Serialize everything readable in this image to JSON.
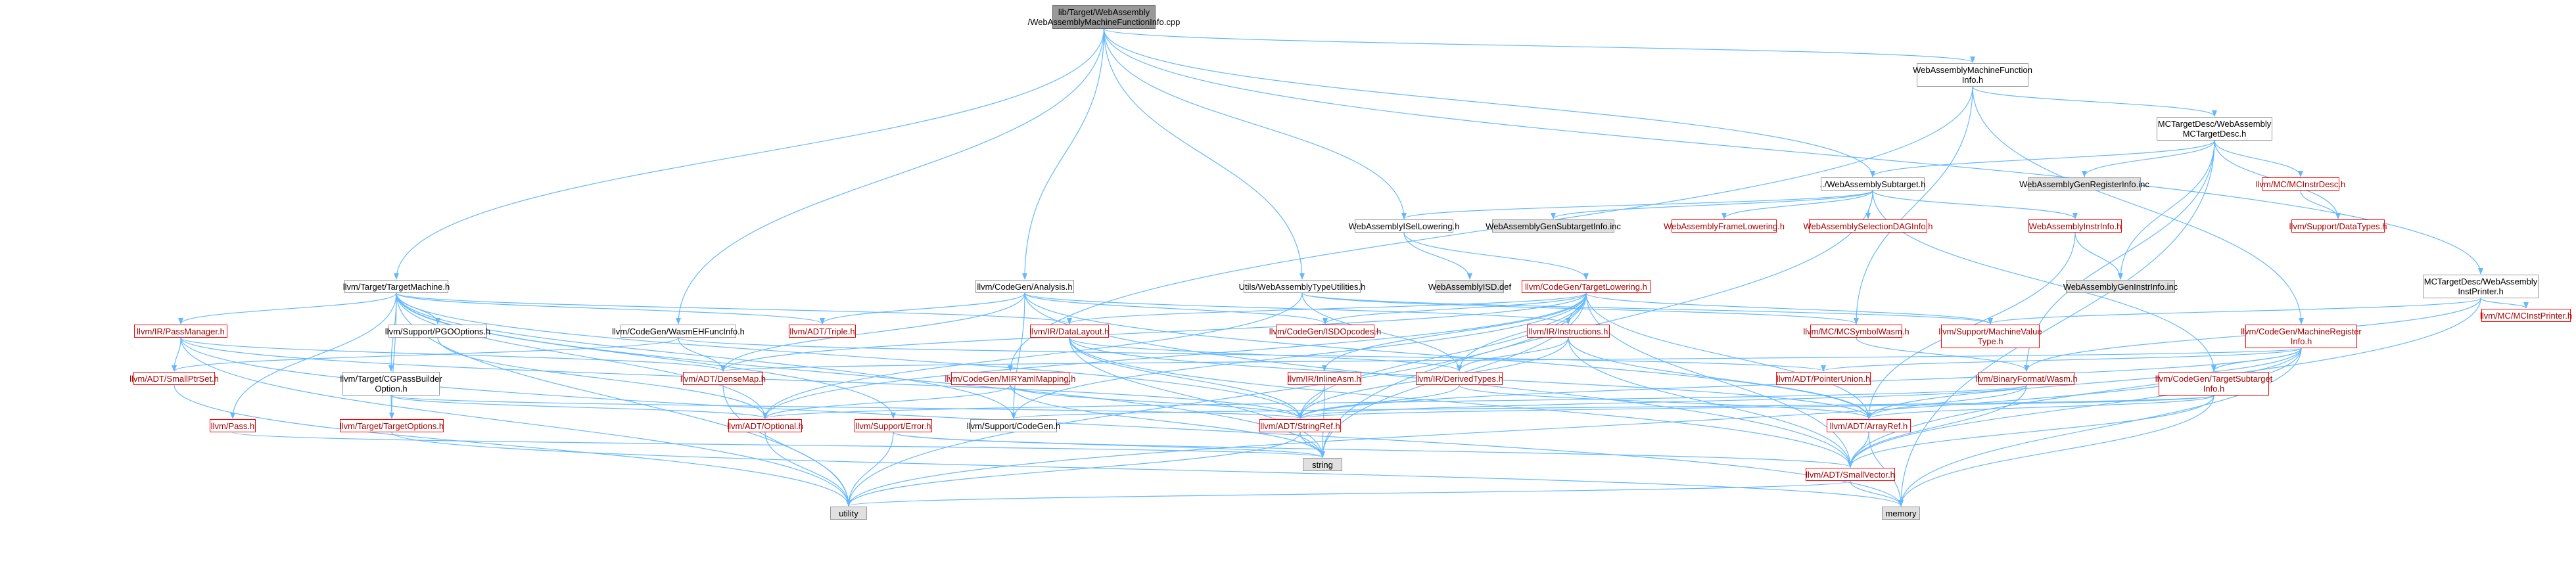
{
  "colors": {
    "edge": "#63b8ff",
    "node_border": "#999999",
    "red_border": "#ff0000",
    "root_fill": "#999999",
    "ext_fill": "#e0e0e0"
  },
  "nodes": [
    {
      "id": "root",
      "label": "lib/Target/WebAssembly\n/WebAssemblyMachineFunctionInfo.cpp",
      "kind": "root"
    },
    {
      "id": "wamfi",
      "label": "WebAssemblyMachineFunction\nInfo.h",
      "kind": "normal"
    },
    {
      "id": "mctd",
      "label": "MCTargetDesc/WebAssembly\nMCTargetDesc.h",
      "kind": "normal"
    },
    {
      "id": "subtarget",
      "label": "../WebAssemblySubtarget.h",
      "kind": "normal"
    },
    {
      "id": "genreginfo",
      "label": "WebAssemblyGenRegisterInfo.inc",
      "kind": "ext"
    },
    {
      "id": "mcinstrdesc",
      "label": "llvm/MC/MCInstrDesc.h",
      "kind": "red"
    },
    {
      "id": "datatypes",
      "label": "llvm/Support/DataTypes.h",
      "kind": "red"
    },
    {
      "id": "iselloweringh",
      "label": "WebAssemblyISelLowering.h",
      "kind": "normal"
    },
    {
      "id": "gensubtarget",
      "label": "WebAssemblyGenSubtargetInfo.inc",
      "kind": "ext"
    },
    {
      "id": "framelowering",
      "label": "WebAssemblyFrameLowering.h",
      "kind": "red"
    },
    {
      "id": "seldaginfo",
      "label": "WebAssemblySelectionDAGInfo.h",
      "kind": "red"
    },
    {
      "id": "instrinfo",
      "label": "WebAssemblyInstrInfo.h",
      "kind": "red"
    },
    {
      "id": "geninstrinfo",
      "label": "WebAssemblyGenInstrInfo.inc",
      "kind": "ext"
    },
    {
      "id": "instprinter",
      "label": "MCTargetDesc/WebAssembly\nInstPrinter.h",
      "kind": "normal"
    },
    {
      "id": "mcinstprinter",
      "label": "llvm/MC/MCInstPrinter.h",
      "kind": "red"
    },
    {
      "id": "isdddef",
      "label": "WebAssemblyISD.def",
      "kind": "ext"
    },
    {
      "id": "tlowering",
      "label": "llvm/CodeGen/TargetLowering.h",
      "kind": "red"
    },
    {
      "id": "typeutil",
      "label": "Utils/WebAssemblyTypeUtilities.h",
      "kind": "normal"
    },
    {
      "id": "analysis",
      "label": "llvm/CodeGen/Analysis.h",
      "kind": "normal"
    },
    {
      "id": "targetmachine",
      "label": "llvm/Target/TargetMachine.h",
      "kind": "normal"
    },
    {
      "id": "wasmehfunc",
      "label": "llvm/CodeGen/WasmEHFuncInfo.h",
      "kind": "normal"
    },
    {
      "id": "mcsymbolwasm",
      "label": "llvm/MC/MCSymbolWasm.h",
      "kind": "red"
    },
    {
      "id": "machinevaluetype",
      "label": "llvm/Support/MachineValue\nType.h",
      "kind": "red"
    },
    {
      "id": "machinereginfo",
      "label": "llvm/CodeGen/MachineRegister\nInfo.h",
      "kind": "red"
    },
    {
      "id": "passmanager",
      "label": "llvm/IR/PassManager.h",
      "kind": "red"
    },
    {
      "id": "pgooptions",
      "label": "llvm/Support/PGOOptions.h",
      "kind": "normal"
    },
    {
      "id": "triple",
      "label": "llvm/ADT/Triple.h",
      "kind": "red"
    },
    {
      "id": "datalayout",
      "label": "llvm/IR/DataLayout.h",
      "kind": "red"
    },
    {
      "id": "isdopcodes",
      "label": "llvm/CodeGen/ISDOpcodes.h",
      "kind": "red"
    },
    {
      "id": "instructions",
      "label": "llvm/IR/Instructions.h",
      "kind": "red"
    },
    {
      "id": "cgpassbuilder",
      "label": "llvm/Target/CGPassBuilder\nOption.h",
      "kind": "normal"
    },
    {
      "id": "smallptrset",
      "label": "llvm/ADT/SmallPtrSet.h",
      "kind": "red"
    },
    {
      "id": "densemap",
      "label": "llvm/ADT/DenseMap.h",
      "kind": "red"
    },
    {
      "id": "mirymlmapping",
      "label": "llvm/CodeGen/MIRYamlMapping.h",
      "kind": "red"
    },
    {
      "id": "inlineasm",
      "label": "llvm/IR/InlineAsm.h",
      "kind": "red"
    },
    {
      "id": "derivedtypes",
      "label": "llvm/IR/DerivedTypes.h",
      "kind": "red"
    },
    {
      "id": "pointerunion",
      "label": "llvm/ADT/PointerUnion.h",
      "kind": "red"
    },
    {
      "id": "binaryformatwasm",
      "label": "llvm/BinaryFormat/Wasm.h",
      "kind": "red"
    },
    {
      "id": "tsubtargetinfo",
      "label": "llvm/CodeGen/TargetSubtarget\nInfo.h",
      "kind": "red"
    },
    {
      "id": "pass",
      "label": "llvm/Pass.h",
      "kind": "red"
    },
    {
      "id": "targetoptions",
      "label": "llvm/Target/TargetOptions.h",
      "kind": "red"
    },
    {
      "id": "optional",
      "label": "llvm/ADT/Optional.h",
      "kind": "red"
    },
    {
      "id": "error",
      "label": "llvm/Support/Error.h",
      "kind": "red"
    },
    {
      "id": "codegen",
      "label": "llvm/Support/CodeGen.h",
      "kind": "normal"
    },
    {
      "id": "stringref",
      "label": "llvm/ADT/StringRef.h",
      "kind": "red"
    },
    {
      "id": "arrayref",
      "label": "llvm/ADT/ArrayRef.h",
      "kind": "red"
    },
    {
      "id": "string",
      "label": "string",
      "kind": "ext"
    },
    {
      "id": "smallvector",
      "label": "llvm/ADT/SmallVector.h",
      "kind": "red"
    },
    {
      "id": "utility",
      "label": "utility",
      "kind": "ext"
    },
    {
      "id": "memory",
      "label": "memory",
      "kind": "ext"
    }
  ],
  "edges": [
    [
      "root",
      "wamfi"
    ],
    [
      "root",
      "subtarget"
    ],
    [
      "root",
      "iselloweringh"
    ],
    [
      "root",
      "typeutil"
    ],
    [
      "root",
      "analysis"
    ],
    [
      "root",
      "targetmachine"
    ],
    [
      "root",
      "wasmehfunc"
    ],
    [
      "root",
      "instprinter"
    ],
    [
      "wamfi",
      "mctd"
    ],
    [
      "wamfi",
      "mcsymbolwasm"
    ],
    [
      "wamfi",
      "machinereginfo"
    ],
    [
      "wamfi",
      "mirymlmapping"
    ],
    [
      "mctd",
      "subtarget"
    ],
    [
      "mctd",
      "genreginfo"
    ],
    [
      "mctd",
      "mcinstrdesc"
    ],
    [
      "mctd",
      "datatypes"
    ],
    [
      "mctd",
      "geninstrinfo"
    ],
    [
      "mctd",
      "binaryformatwasm"
    ],
    [
      "mctd",
      "memory"
    ],
    [
      "mcinstrdesc",
      "datatypes"
    ],
    [
      "subtarget",
      "iselloweringh"
    ],
    [
      "subtarget",
      "gensubtarget"
    ],
    [
      "subtarget",
      "framelowering"
    ],
    [
      "subtarget",
      "seldaginfo"
    ],
    [
      "subtarget",
      "instrinfo"
    ],
    [
      "subtarget",
      "tsubtargetinfo"
    ],
    [
      "subtarget",
      "string"
    ],
    [
      "instrinfo",
      "geninstrinfo"
    ],
    [
      "instrinfo",
      "arrayref"
    ],
    [
      "iselloweringh",
      "isdddef"
    ],
    [
      "iselloweringh",
      "tlowering"
    ],
    [
      "instprinter",
      "mcinstprinter"
    ],
    [
      "instprinter",
      "machinevaluetype"
    ],
    [
      "instprinter",
      "binaryformatwasm"
    ],
    [
      "instprinter",
      "smallvector"
    ],
    [
      "tlowering",
      "isdopcodes"
    ],
    [
      "tlowering",
      "instructions"
    ],
    [
      "tlowering",
      "datalayout"
    ],
    [
      "tlowering",
      "inlineasm"
    ],
    [
      "tlowering",
      "derivedtypes"
    ],
    [
      "tlowering",
      "densemap"
    ],
    [
      "tlowering",
      "machinevaluetype"
    ],
    [
      "tlowering",
      "stringref"
    ],
    [
      "tlowering",
      "arrayref"
    ],
    [
      "tlowering",
      "smallvector"
    ],
    [
      "tlowering",
      "string"
    ],
    [
      "tlowering",
      "utility"
    ],
    [
      "tlowering",
      "codegen"
    ],
    [
      "tlowering",
      "optional"
    ],
    [
      "typeutil",
      "mcsymbolwasm"
    ],
    [
      "typeutil",
      "machinevaluetype"
    ],
    [
      "typeutil",
      "derivedtypes"
    ],
    [
      "typeutil",
      "optional"
    ],
    [
      "analysis",
      "triple"
    ],
    [
      "analysis",
      "isdopcodes"
    ],
    [
      "analysis",
      "instructions"
    ],
    [
      "analysis",
      "densemap"
    ],
    [
      "analysis",
      "smallvector"
    ],
    [
      "analysis",
      "codegen"
    ],
    [
      "analysis",
      "arrayref"
    ],
    [
      "targetmachine",
      "passmanager"
    ],
    [
      "targetmachine",
      "pgooptions"
    ],
    [
      "targetmachine",
      "triple"
    ],
    [
      "targetmachine",
      "datalayout"
    ],
    [
      "targetmachine",
      "cgpassbuilder"
    ],
    [
      "targetmachine",
      "pass"
    ],
    [
      "targetmachine",
      "targetoptions"
    ],
    [
      "targetmachine",
      "optional"
    ],
    [
      "targetmachine",
      "error"
    ],
    [
      "targetmachine",
      "codegen"
    ],
    [
      "targetmachine",
      "stringref"
    ],
    [
      "targetmachine",
      "string"
    ],
    [
      "targetmachine",
      "utility"
    ],
    [
      "wasmehfunc",
      "densemap"
    ],
    [
      "wasmehfunc",
      "pointerunion"
    ],
    [
      "wasmehfunc",
      "smallptrset"
    ],
    [
      "mcsymbolwasm",
      "binaryformatwasm"
    ],
    [
      "machinereginfo",
      "pointerunion"
    ],
    [
      "machinereginfo",
      "tsubtargetinfo"
    ],
    [
      "machinereginfo",
      "arrayref"
    ],
    [
      "machinereginfo",
      "smallvector"
    ],
    [
      "machinereginfo",
      "stringref"
    ],
    [
      "machinereginfo",
      "memory"
    ],
    [
      "machinereginfo",
      "utility"
    ],
    [
      "machinereginfo",
      "densemap"
    ],
    [
      "passmanager",
      "smallptrset"
    ],
    [
      "passmanager",
      "densemap"
    ],
    [
      "passmanager",
      "stringref"
    ],
    [
      "passmanager",
      "memory"
    ],
    [
      "passmanager",
      "utility"
    ],
    [
      "pgooptions",
      "optional"
    ],
    [
      "datalayout",
      "derivedtypes"
    ],
    [
      "datalayout",
      "stringref"
    ],
    [
      "datalayout",
      "smallvector"
    ],
    [
      "datalayout",
      "string"
    ],
    [
      "datalayout",
      "arrayref"
    ],
    [
      "instructions",
      "derivedtypes"
    ],
    [
      "instructions",
      "arrayref"
    ],
    [
      "instructions",
      "smallvector"
    ],
    [
      "instructions",
      "stringref"
    ],
    [
      "cgpassbuilder",
      "optional"
    ],
    [
      "cgpassbuilder",
      "targetoptions"
    ],
    [
      "cgpassbuilder",
      "stringref"
    ],
    [
      "smallptrset",
      "utility"
    ],
    [
      "densemap",
      "utility"
    ],
    [
      "mirymlmapping",
      "stringref"
    ],
    [
      "mirymlmapping",
      "optional"
    ],
    [
      "mirymlmapping",
      "string"
    ],
    [
      "inlineasm",
      "stringref"
    ],
    [
      "inlineasm",
      "string"
    ],
    [
      "derivedtypes",
      "arrayref"
    ],
    [
      "derivedtypes",
      "stringref"
    ],
    [
      "binaryformatwasm",
      "arrayref"
    ],
    [
      "binaryformatwasm",
      "stringref"
    ],
    [
      "binaryformatwasm",
      "smallvector"
    ],
    [
      "binaryformatwasm",
      "optional"
    ],
    [
      "tsubtargetinfo",
      "arrayref"
    ],
    [
      "tsubtargetinfo",
      "smallvector"
    ],
    [
      "tsubtargetinfo",
      "codegen"
    ],
    [
      "tsubtargetinfo",
      "memory"
    ],
    [
      "tsubtargetinfo",
      "stringref"
    ],
    [
      "pass",
      "string"
    ],
    [
      "targetoptions",
      "memory"
    ],
    [
      "optional",
      "utility"
    ],
    [
      "error",
      "smallvector"
    ],
    [
      "error",
      "string"
    ],
    [
      "error",
      "utility"
    ],
    [
      "stringref",
      "string"
    ],
    [
      "stringref",
      "utility"
    ],
    [
      "arrayref",
      "smallvector"
    ],
    [
      "arrayref",
      "memory"
    ],
    [
      "smallvector",
      "memory"
    ],
    [
      "smallvector",
      "utility"
    ]
  ]
}
